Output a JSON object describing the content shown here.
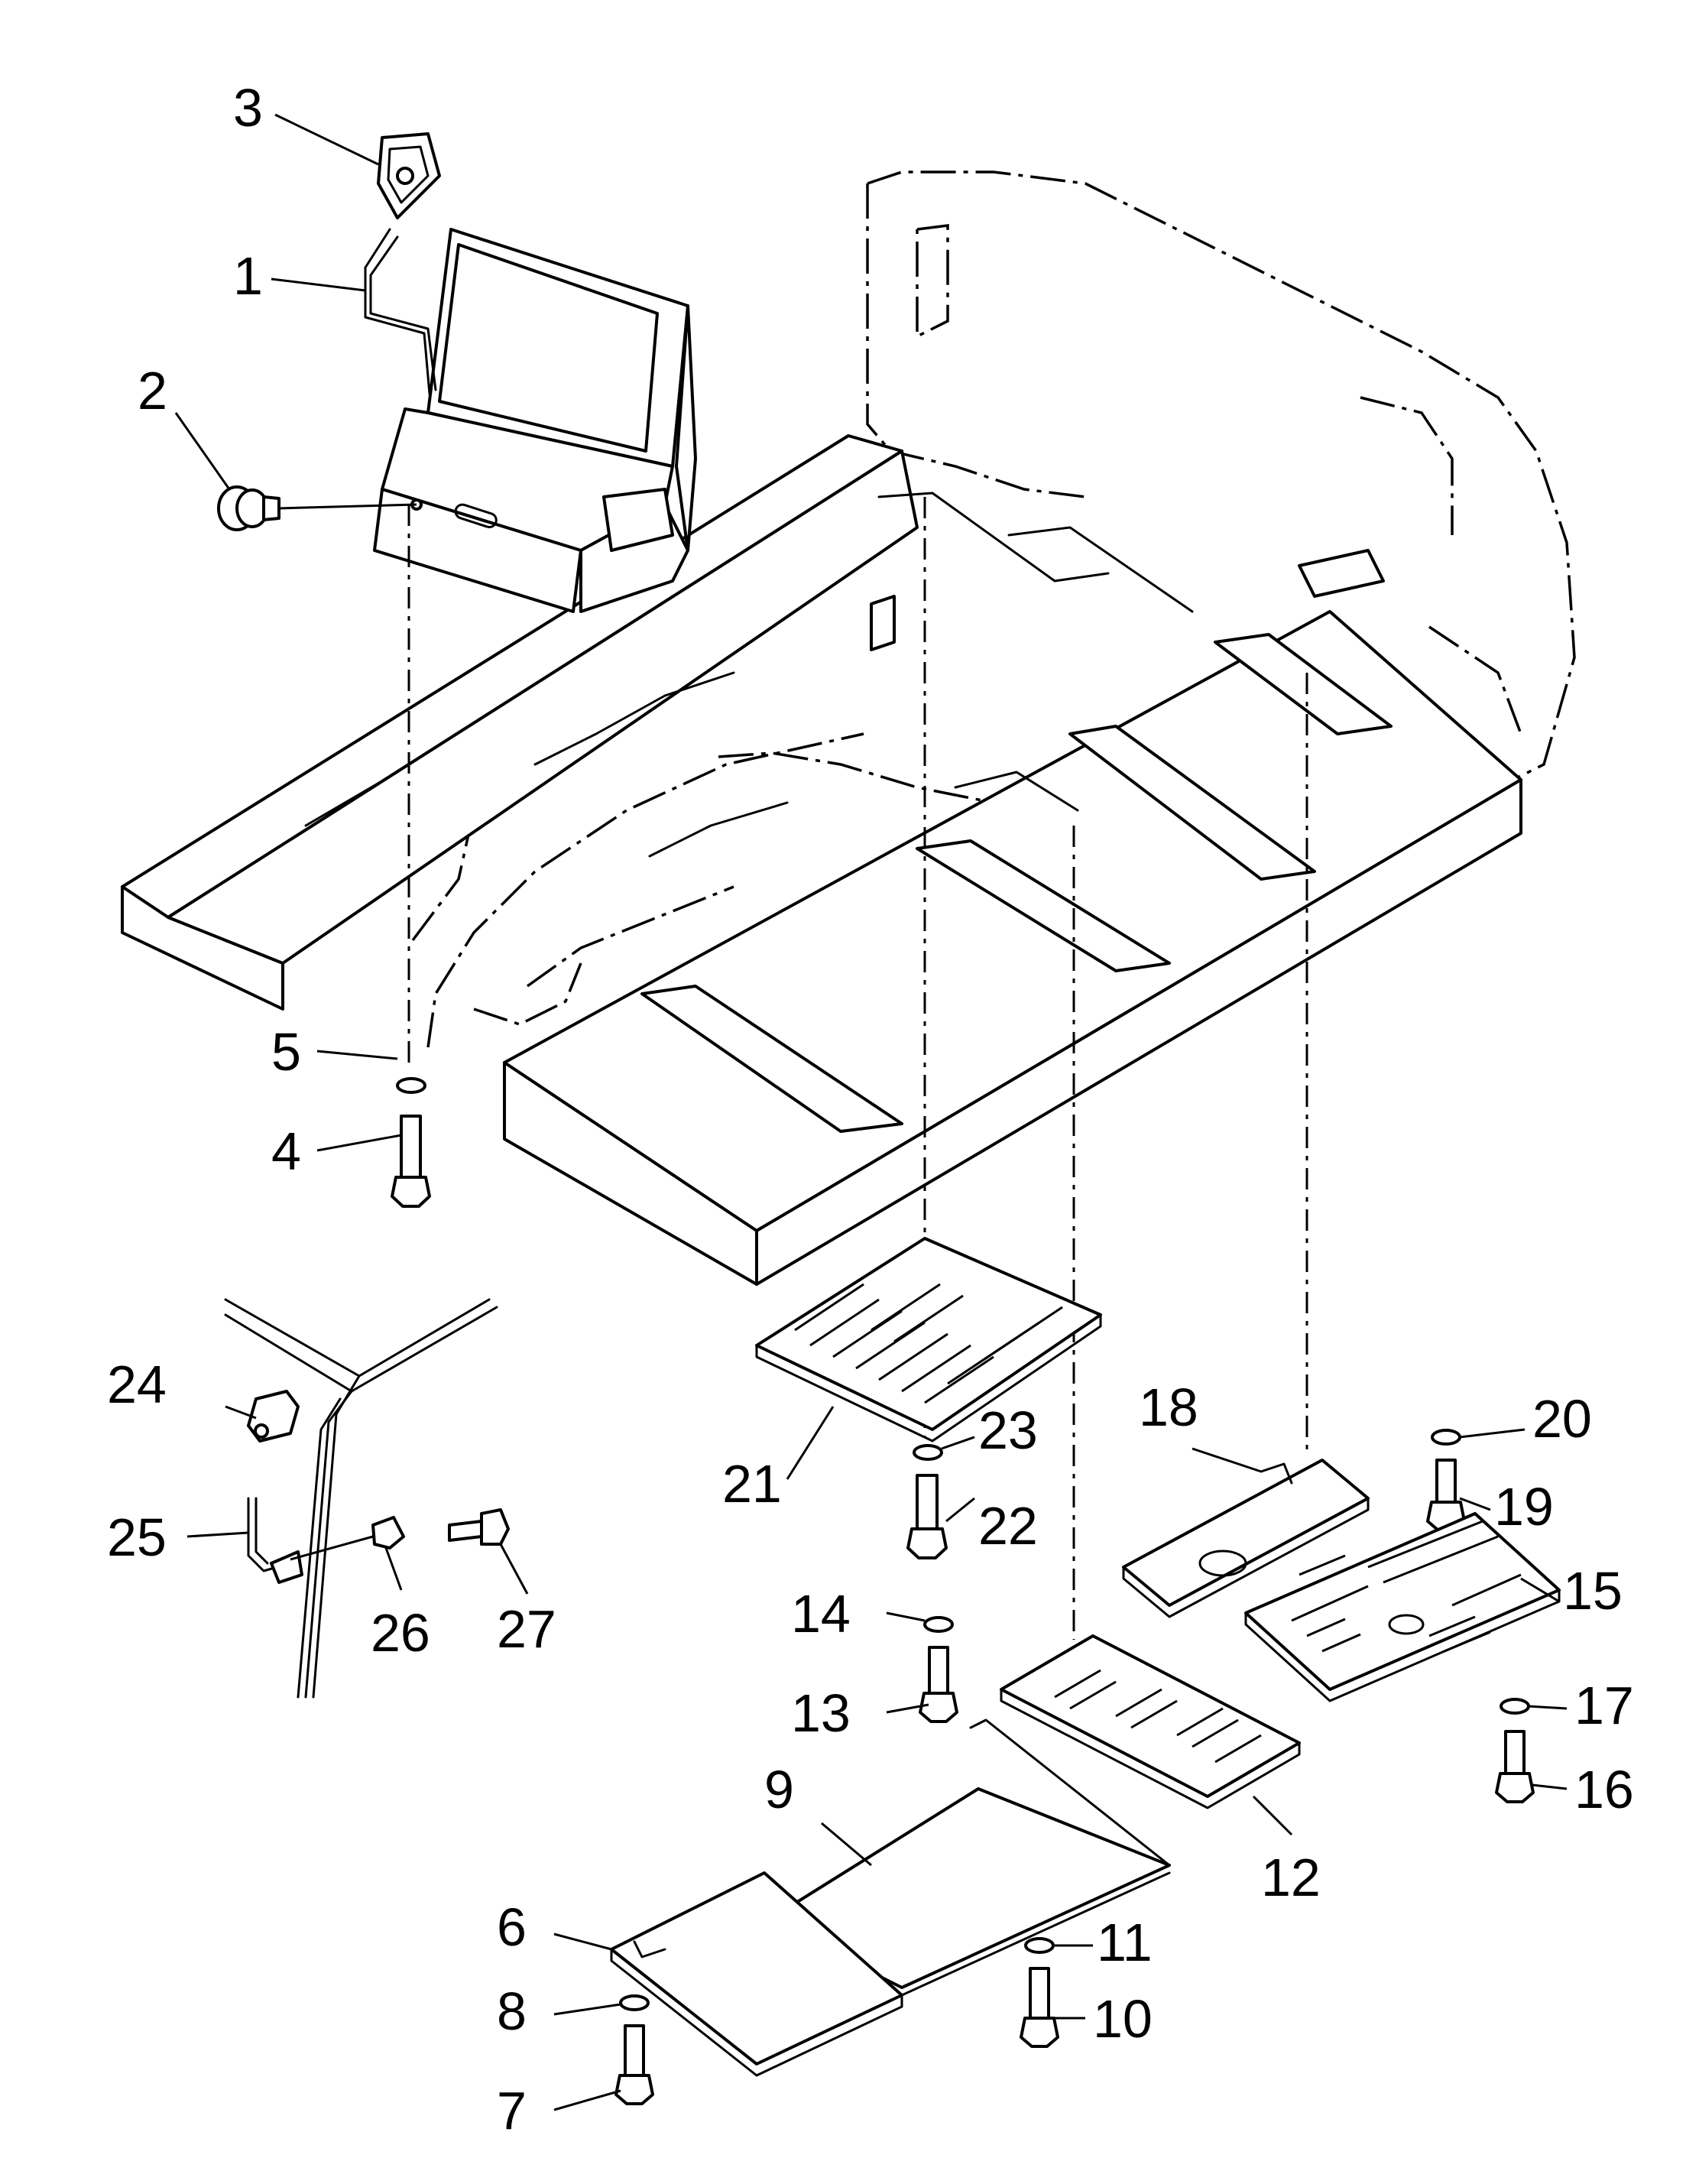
{
  "diagram": {
    "colors": {
      "line": "#000000",
      "background": "#ffffff"
    },
    "callouts": {
      "c1": "1",
      "c2": "2",
      "c3": "3",
      "c4": "4",
      "c5": "5",
      "c6": "6",
      "c7": "7",
      "c8": "8",
      "c9": "9",
      "c10": "10",
      "c11": "11",
      "c12": "12",
      "c13": "13",
      "c14": "14",
      "c15": "15",
      "c16": "16",
      "c17": "17",
      "c18": "18",
      "c19": "19",
      "c20": "20",
      "c21": "21",
      "c22": "22",
      "c23": "23",
      "c24": "24",
      "c25": "25",
      "c26": "26",
      "c27": "27"
    }
  }
}
